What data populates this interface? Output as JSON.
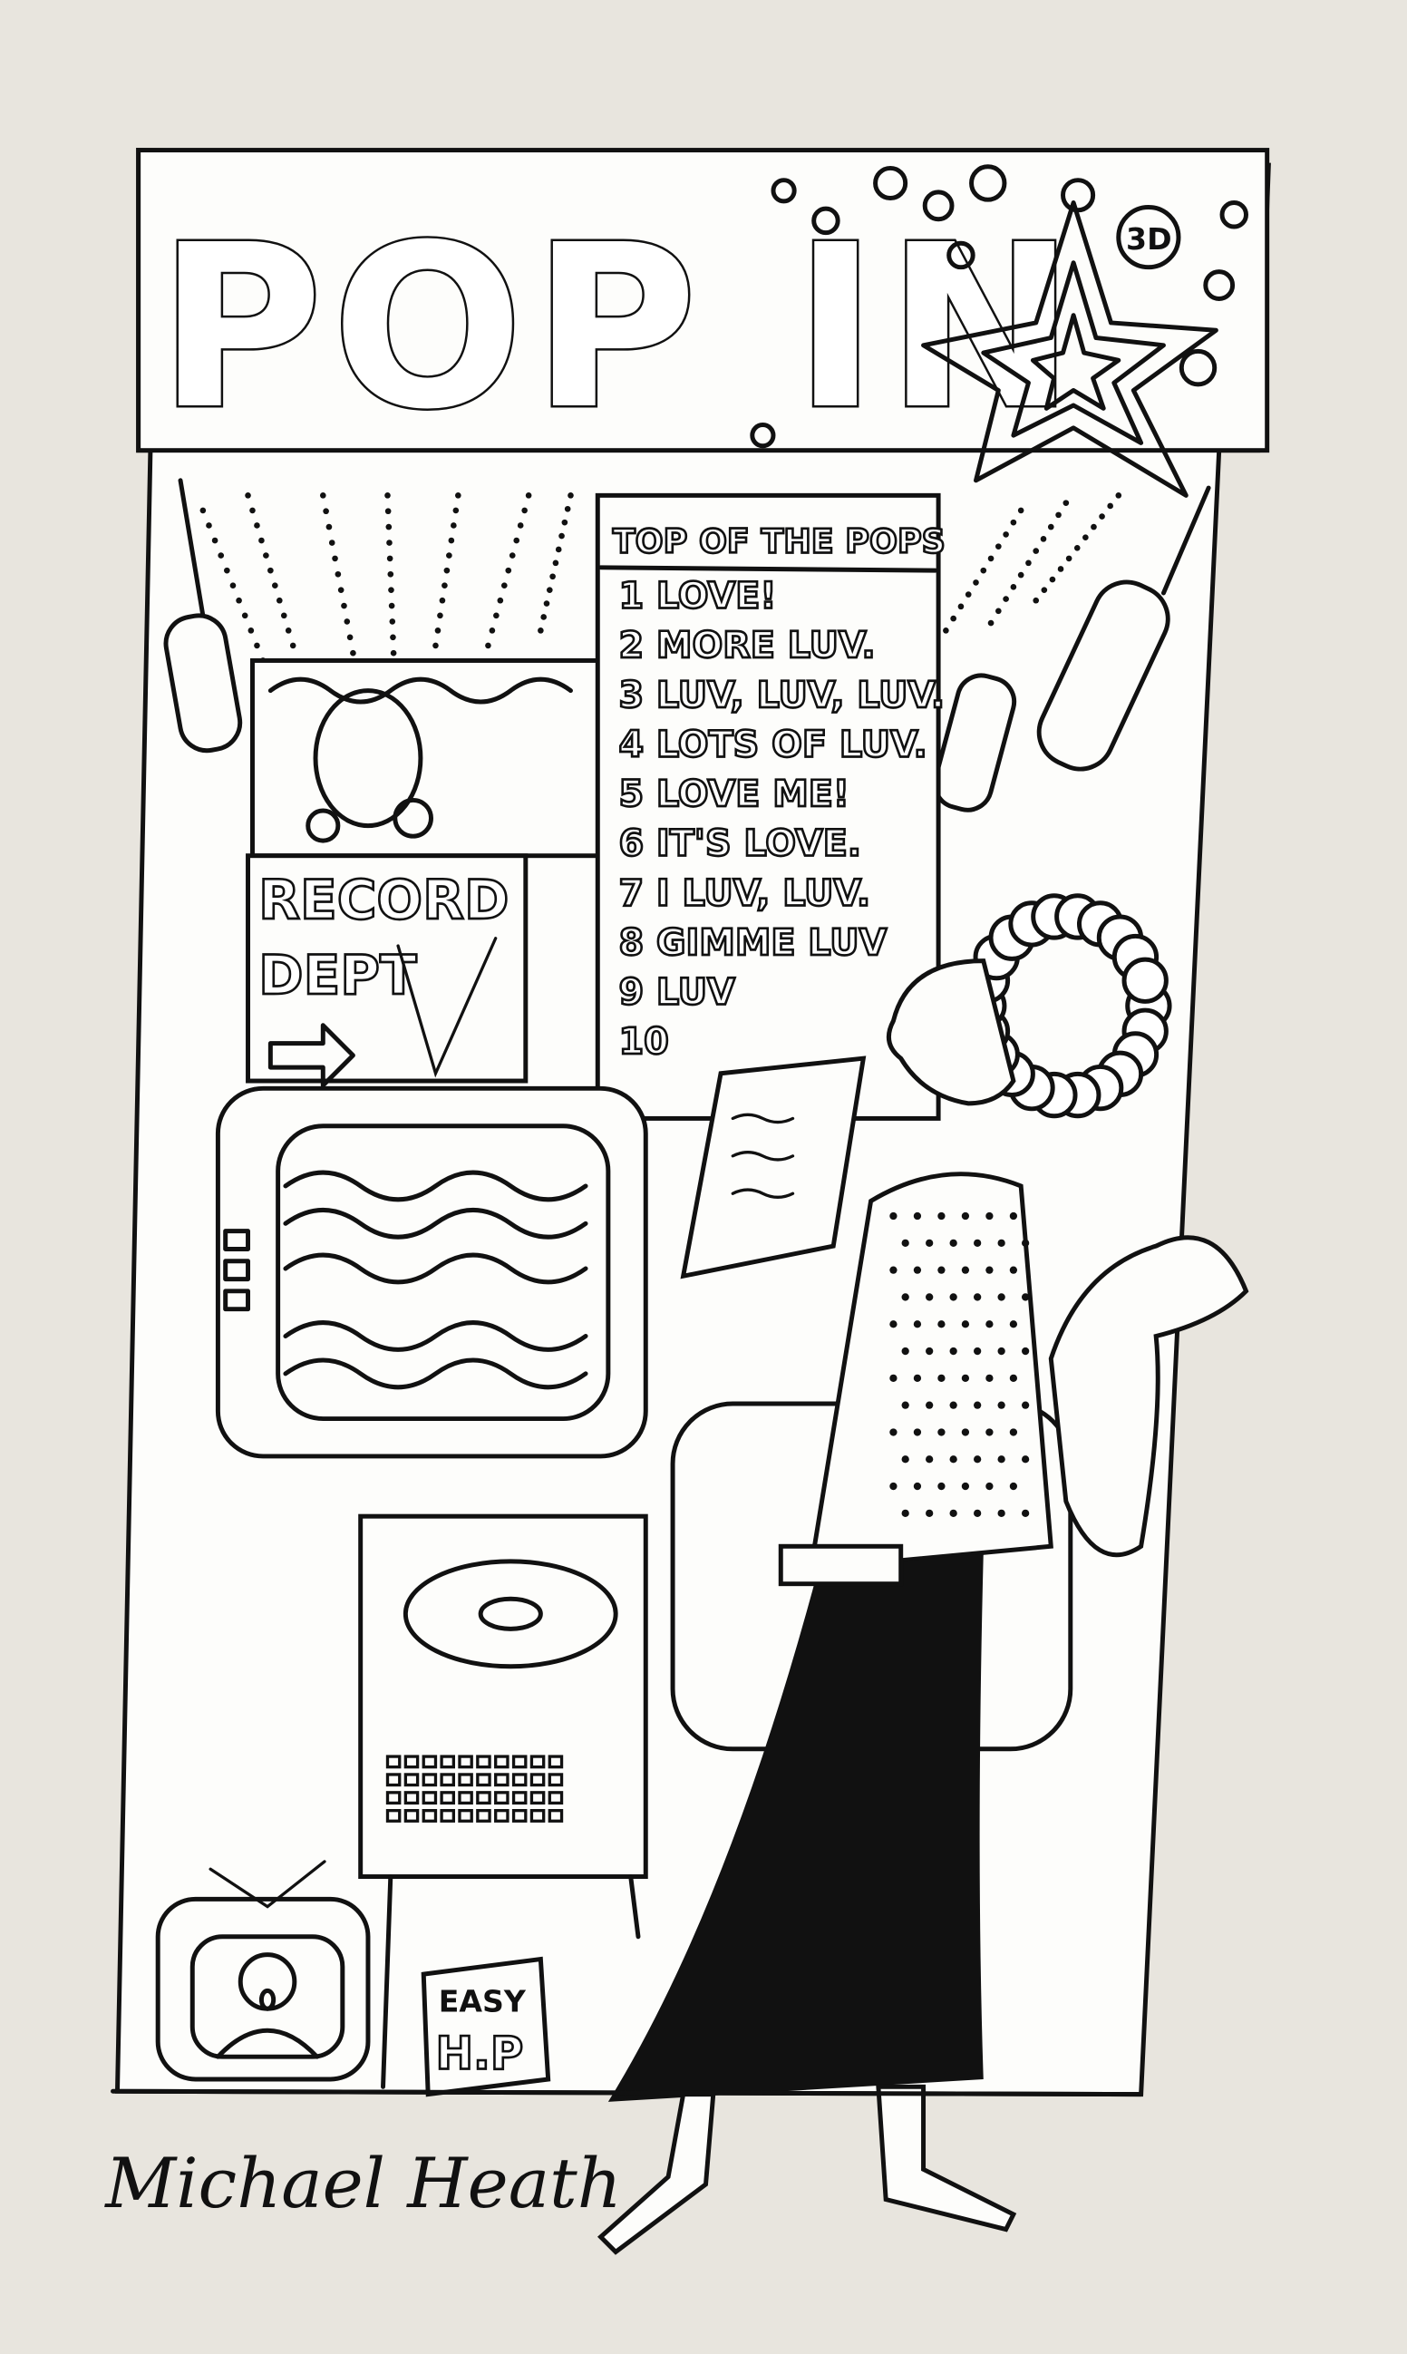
{
  "sign": {
    "title": "POP IN",
    "badge": "3D"
  },
  "chart_poster": {
    "heading": "TOP OF THE POPS",
    "entries": [
      {
        "rank": "1",
        "title": "LOVE!"
      },
      {
        "rank": "2",
        "title": "MORE LUV."
      },
      {
        "rank": "3",
        "title": "LUV, LUV, LUV."
      },
      {
        "rank": "4",
        "title": "LOTS OF LUV."
      },
      {
        "rank": "5",
        "title": "LOVE ME!"
      },
      {
        "rank": "6",
        "title": "IT'S LOVE."
      },
      {
        "rank": "7",
        "title": "I LUV, LUV."
      },
      {
        "rank": "8",
        "title": "GIMME LUV"
      },
      {
        "rank": "9",
        "title": "LUV"
      },
      {
        "rank": "10",
        "title": ""
      }
    ]
  },
  "record_sign": {
    "line1": "RECORD",
    "line2": "DEPT"
  },
  "easy_sign": {
    "line1": "EASY",
    "line2": "H.P"
  },
  "signature": "Michael Heath",
  "colors": {
    "paper": "#e8e5de",
    "ink": "#111111",
    "panel": "#fdfdfb"
  }
}
